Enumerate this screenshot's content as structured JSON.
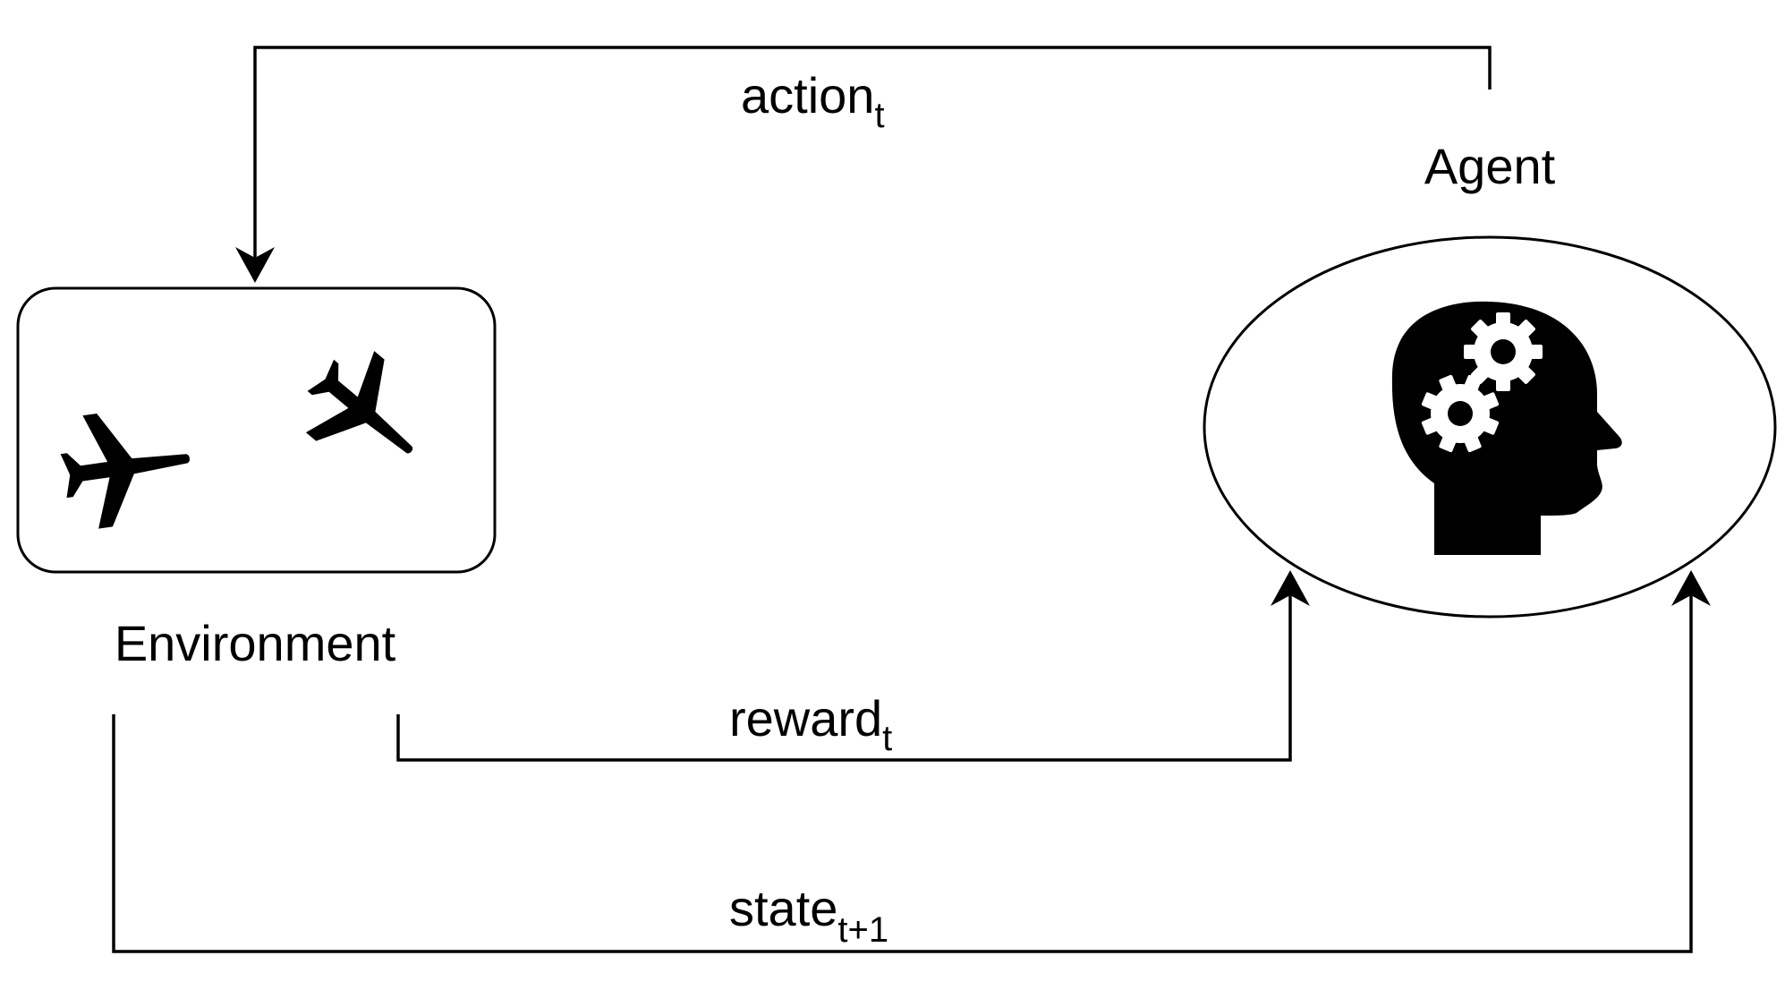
{
  "labels": {
    "action": {
      "base": "action",
      "sub": "t"
    },
    "agent": "Agent",
    "environment": "Environment",
    "reward": {
      "base": "reward",
      "sub": "t"
    },
    "state": {
      "base": "state",
      "sub": "t+1"
    }
  },
  "icons": {
    "environment": [
      "airplane-icon",
      "airplane-icon"
    ],
    "agent": "head-with-gears-icon"
  },
  "colors": {
    "stroke": "#000000",
    "background": "#ffffff"
  }
}
